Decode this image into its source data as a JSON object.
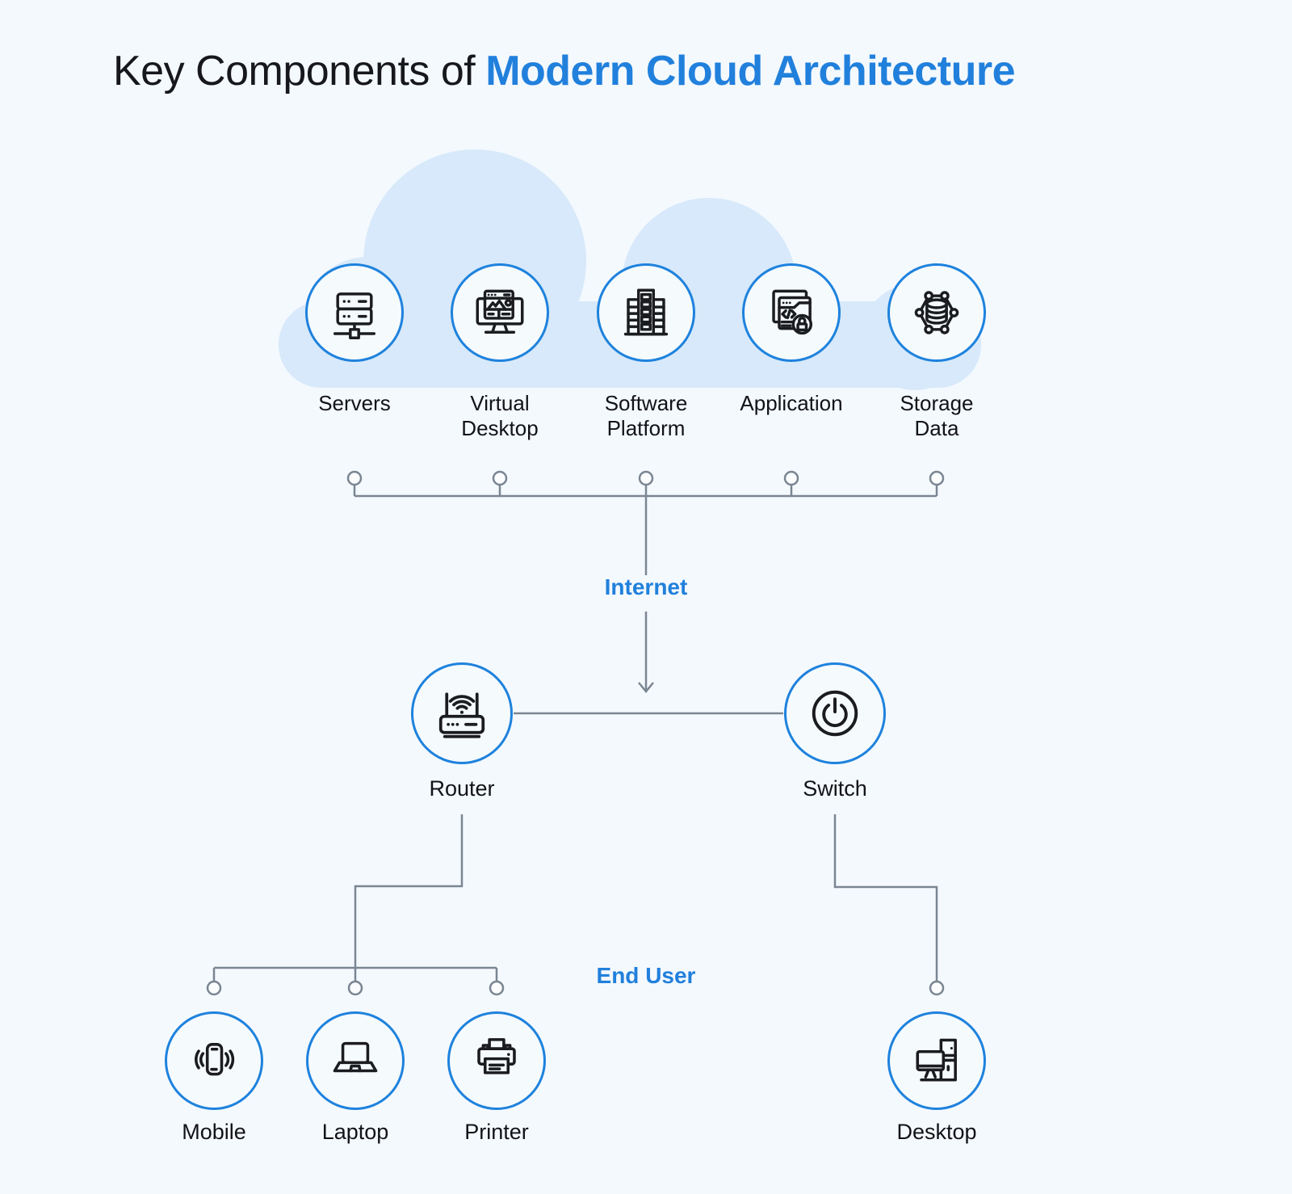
{
  "title": {
    "prefix": "Key Components of",
    "highlight": "Modern Cloud Architecture"
  },
  "cloud": {
    "components": [
      {
        "id": "servers",
        "label": "Servers",
        "icon": "servers-icon"
      },
      {
        "id": "virtual-desktop",
        "label": "Virtual Desktop",
        "icon": "virtual-desktop-icon"
      },
      {
        "id": "software-platform",
        "label": "Software Platform",
        "icon": "software-platform-icon"
      },
      {
        "id": "application",
        "label": "Application",
        "icon": "application-icon"
      },
      {
        "id": "storage-data",
        "label": "Storage Data",
        "icon": "storage-data-icon"
      }
    ]
  },
  "connections": {
    "internet_label": "Internet",
    "end_user_label": "End User"
  },
  "network": [
    {
      "id": "router",
      "label": "Router",
      "icon": "router-icon"
    },
    {
      "id": "switch",
      "label": "Switch",
      "icon": "power-switch-icon"
    }
  ],
  "devices": [
    {
      "id": "mobile",
      "label": "Mobile",
      "icon": "mobile-icon"
    },
    {
      "id": "laptop",
      "label": "Laptop",
      "icon": "laptop-icon"
    },
    {
      "id": "printer",
      "label": "Printer",
      "icon": "printer-icon"
    },
    {
      "id": "desktop",
      "label": "Desktop",
      "icon": "desktop-icon"
    }
  ],
  "colors": {
    "background": "#F4F9FE",
    "cloud_fill": "#D7E9FA",
    "accent_blue": "#2180DC",
    "node_border_blue": "#1E82DD",
    "node_fill": "#F5FAFD",
    "line_gray": "#7A8692",
    "text_dark": "#121317",
    "icon_stroke": "#1B1C20"
  }
}
